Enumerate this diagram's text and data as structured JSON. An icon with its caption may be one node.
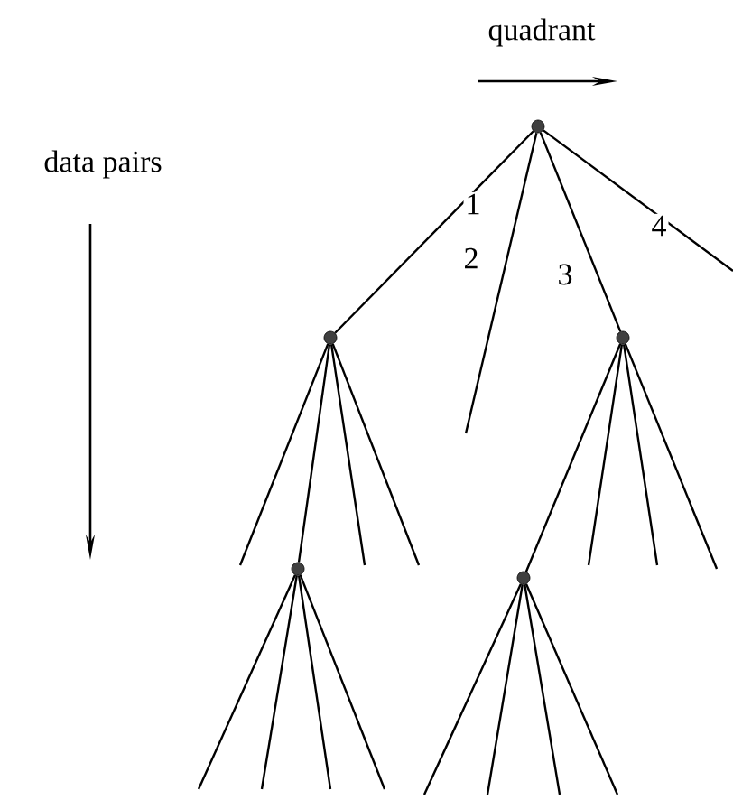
{
  "diagram": {
    "nodes": [
      {
        "text": [],
        "shape": "circle"
      },
      {
        "text": [],
        "shape": "circle"
      },
      {
        "text": [],
        "shape": "circle"
      },
      {
        "text": [],
        "shape": "circle"
      },
      {
        "text": [],
        "shape": "circle"
      }
    ],
    "edges": [
      {
        "from": 0,
        "to": 1,
        "arrow": "none",
        "label": "1"
      },
      {
        "from": 0,
        "to": null,
        "arrow": "none",
        "label": "2"
      },
      {
        "from": 0,
        "to": 2,
        "arrow": "none",
        "label": "3"
      },
      {
        "from": 0,
        "to": null,
        "arrow": "none",
        "label": "4"
      },
      {
        "from": 1,
        "to": null,
        "arrow": "none"
      },
      {
        "from": 1,
        "to": 3,
        "arrow": "none"
      },
      {
        "from": 1,
        "to": null,
        "arrow": "none"
      },
      {
        "from": 1,
        "to": null,
        "arrow": "none"
      },
      {
        "from": 2,
        "to": 4,
        "arrow": "none"
      },
      {
        "from": 2,
        "to": null,
        "arrow": "none"
      },
      {
        "from": 2,
        "to": null,
        "arrow": "none"
      },
      {
        "from": 2,
        "to": null,
        "arrow": "none"
      },
      {
        "from": 3,
        "to": null,
        "arrow": "none"
      },
      {
        "from": 3,
        "to": null,
        "arrow": "none"
      },
      {
        "from": 3,
        "to": null,
        "arrow": "none"
      },
      {
        "from": 3,
        "to": null,
        "arrow": "none"
      },
      {
        "from": 4,
        "to": null,
        "arrow": "none"
      },
      {
        "from": 4,
        "to": null,
        "arrow": "none"
      },
      {
        "from": 4,
        "to": null,
        "arrow": "none"
      },
      {
        "from": 4,
        "to": null,
        "arrow": "none"
      }
    ],
    "labels": [
      "quadrant",
      "data pairs"
    ]
  }
}
